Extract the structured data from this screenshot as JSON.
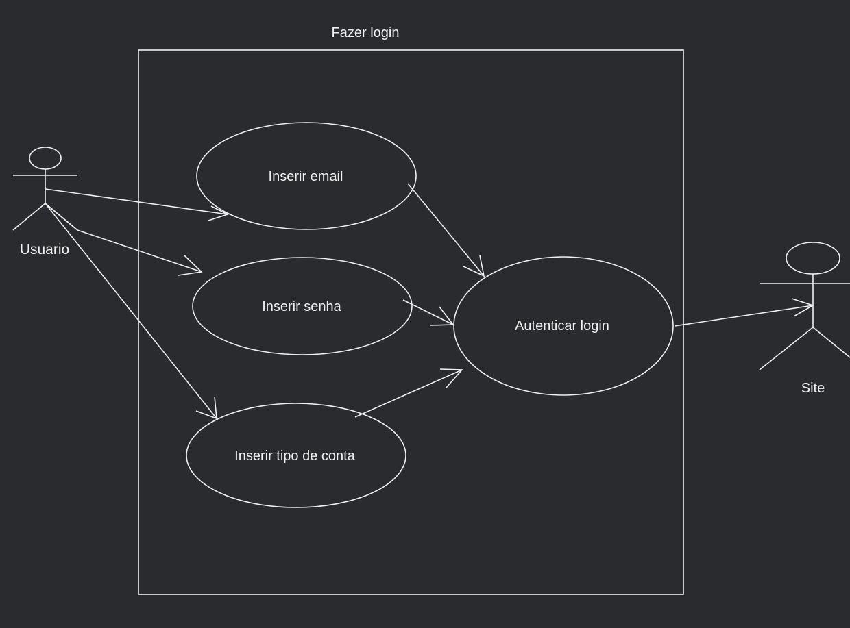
{
  "diagram": {
    "title": "Fazer login",
    "colors": {
      "background": "#2a2b2e",
      "stroke": "#f0f0f0",
      "text": "#f0f0f0"
    },
    "actors": [
      {
        "id": "usuario",
        "label": "Usuario"
      },
      {
        "id": "site",
        "label": "Site"
      }
    ],
    "use_cases": [
      {
        "id": "email",
        "label": "Inserir email"
      },
      {
        "id": "senha",
        "label": "Inserir senha"
      },
      {
        "id": "tipo",
        "label": "Inserir tipo de conta"
      },
      {
        "id": "auth",
        "label": "Autenticar login"
      }
    ],
    "relationships": [
      {
        "from": "usuario",
        "to": "email"
      },
      {
        "from": "usuario",
        "to": "senha"
      },
      {
        "from": "usuario",
        "to": "tipo"
      },
      {
        "from": "email",
        "to": "auth"
      },
      {
        "from": "senha",
        "to": "auth"
      },
      {
        "from": "tipo",
        "to": "auth"
      },
      {
        "from": "auth",
        "to": "site"
      }
    ]
  }
}
